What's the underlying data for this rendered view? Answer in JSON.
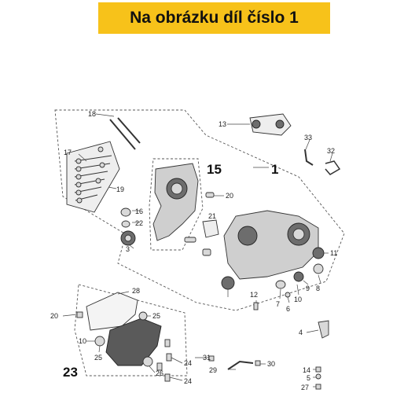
{
  "banner": {
    "text": "Na obrázku díl číslo 1",
    "color": "#f7c21a"
  },
  "diagram": {
    "labels": [
      "18",
      "17",
      "19",
      "13",
      "33",
      "32",
      "15",
      "1",
      "20",
      "16",
      "22",
      "21",
      "3",
      "11",
      "9",
      "10",
      "8",
      "7",
      "6",
      "12",
      "28",
      "20",
      "25",
      "10",
      "25",
      "26",
      "24",
      "24",
      "23",
      "4",
      "31",
      "30",
      "29",
      "14",
      "5",
      "27"
    ]
  }
}
